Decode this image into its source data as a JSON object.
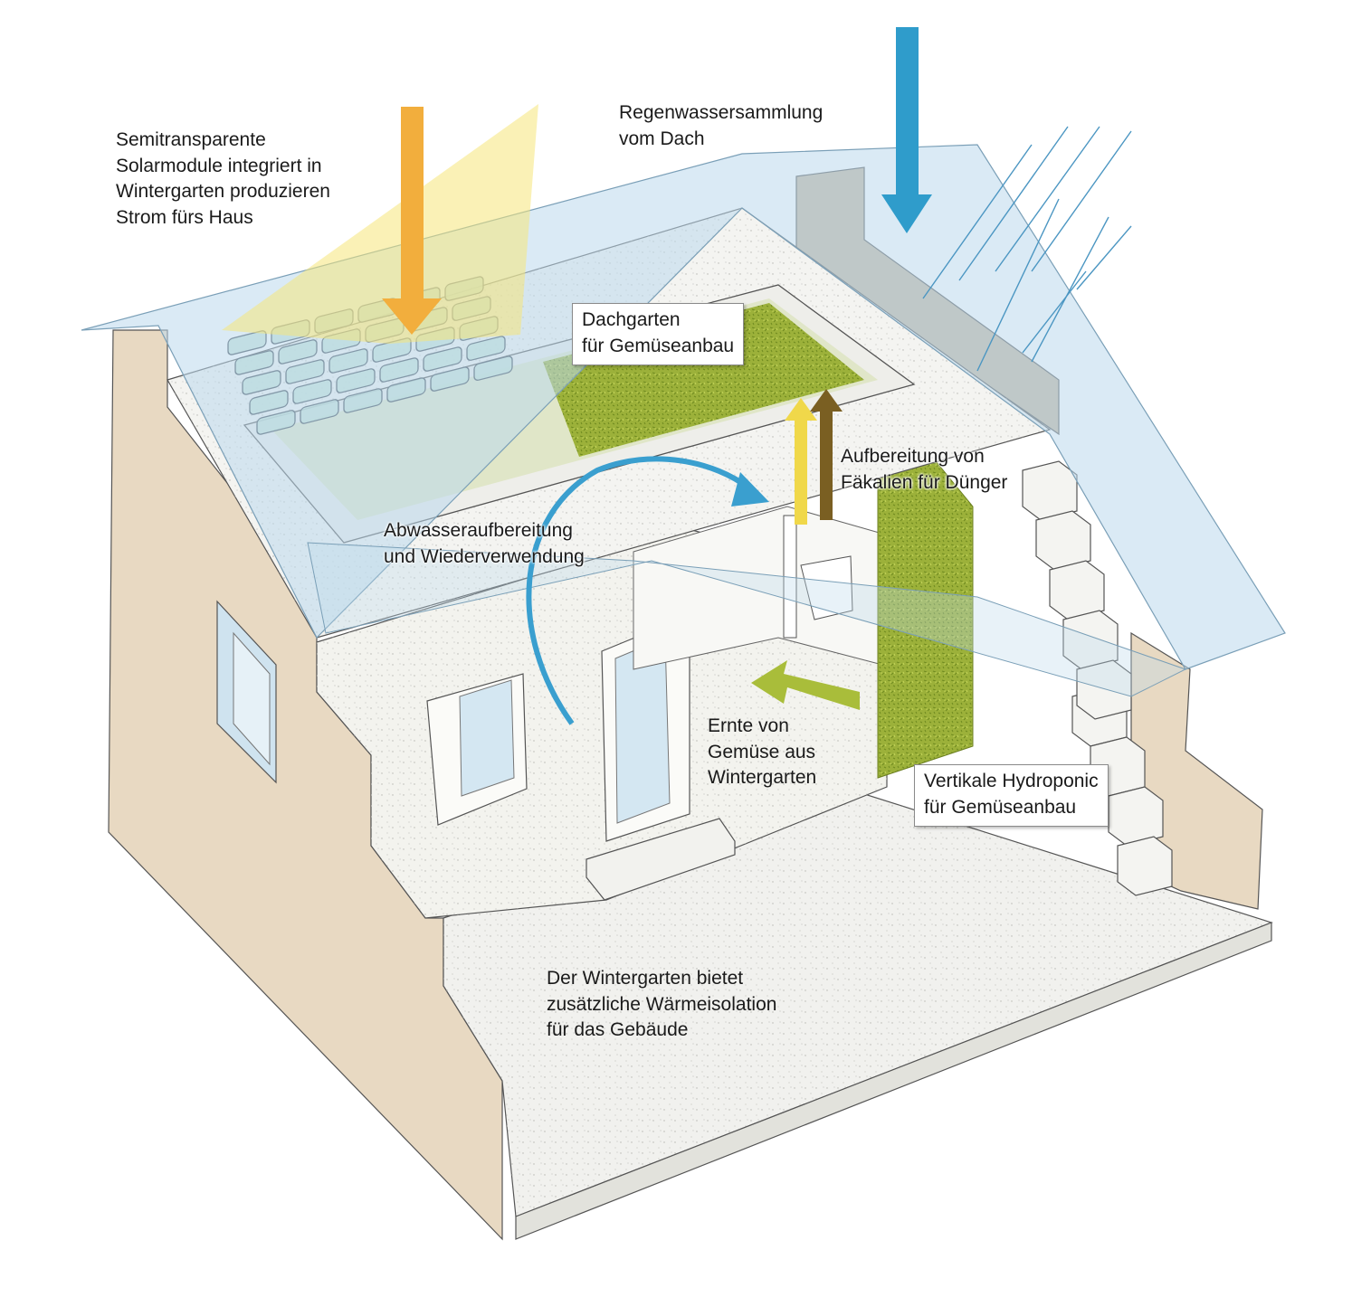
{
  "labels": {
    "solar": [
      "Semitransparente",
      "Solarmodule integriert in",
      "Wintergarten produzieren",
      "Strom fürs Haus"
    ],
    "rain": [
      "Regenwassersammlung",
      "vom Dach"
    ],
    "roof_garden": [
      "Dachgarten",
      "für Gemüseanbau"
    ],
    "faeces": [
      "Aufbereitung von",
      "Fäkalien für Dünger"
    ],
    "wastewater": [
      "Abwasseraufbereitung",
      "und Wiederverwendung"
    ],
    "harvest": [
      "Ernte von",
      "Gemüse aus",
      "Wintergarten"
    ],
    "hydroponic": [
      "Vertikale Hydroponic",
      "für Gemüseanbau"
    ],
    "insulation": [
      "Der Wintergarten bietet",
      "zusätzliche Wärmeisolation",
      "für das Gebäude"
    ]
  },
  "colors": {
    "sun_arrow": "#f2ae3d",
    "sun_beam": "#f5e57a",
    "rain_arrow": "#2f9ccb",
    "rain_lines": "#4b96c2",
    "water_cycle_arrow": "#3a9fcf",
    "harvest_arrow": "#a9bd3a",
    "green_plants": "#97ad2e",
    "fertilizer_arrow_light": "#f0d84a",
    "fertilizer_arrow_dark": "#7a5f22",
    "glass": "#c8e0f0",
    "wall_side": "#e8d9c2",
    "wall_front": "#f3f3ee",
    "floor": "#f1f1ee"
  }
}
